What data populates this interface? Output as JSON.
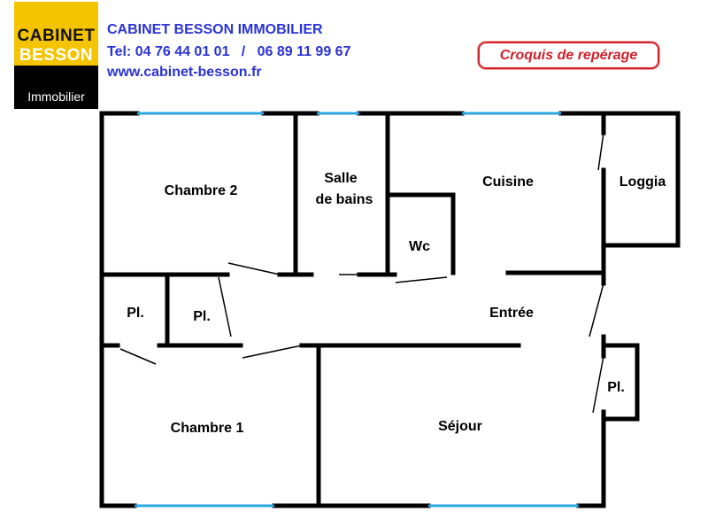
{
  "header": {
    "logo_line1": "CABINET",
    "logo_line2": "BESSON",
    "logo_line3": "Immobilier",
    "agency_name": "CABINET BESSON IMMOBILIER",
    "phone_line": "Tel: 04 76 44 01 01   /   06 89 11 99 67",
    "website": "www.cabinet-besson.fr",
    "stamp": "Croquis de repérage"
  },
  "colors": {
    "logo_yellow": "#f4c400",
    "logo_black": "#000000",
    "agency_blue": "#2a33d6",
    "stamp_red": "#d2202a",
    "window_blue": "#2aa7e0",
    "wall": "#000000"
  },
  "rooms": {
    "chambre2": "Chambre 2",
    "salle_line1": "Salle",
    "salle_line2": "de bains",
    "cuisine": "Cuisine",
    "loggia": "Loggia",
    "wc": "Wc",
    "pl_left": "Pl.",
    "pl_mid": "Pl.",
    "entree": "Entrée",
    "pl_right": "Pl.",
    "chambre1": "Chambre 1",
    "sejour": "Séjour"
  }
}
